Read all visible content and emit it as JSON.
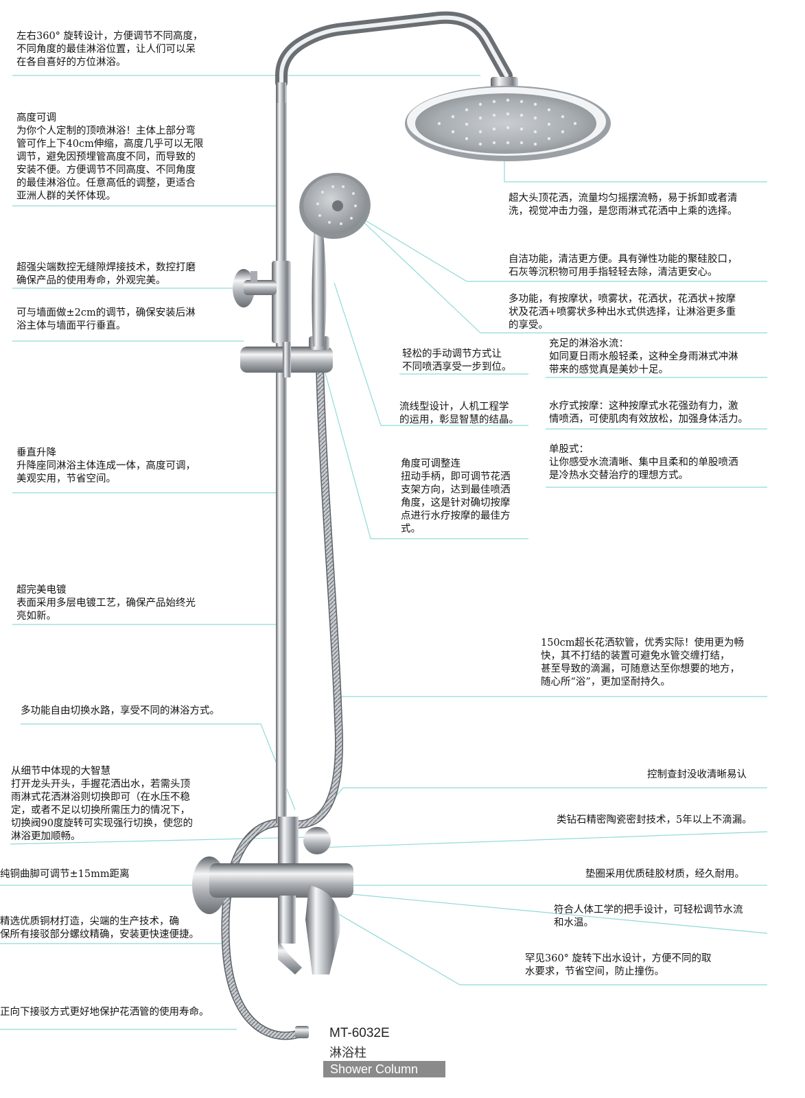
{
  "notes": [
    {
      "id": "rotate",
      "text": "左右360° 旋转设计，方便调节不同高度，\n不同角度的最佳淋浴位置，让人们可以呆\n在各自喜好的方位淋浴。"
    },
    {
      "id": "height",
      "text": "高度可调\n为你个人定制的顶喷淋浴！主体上部分弯\n管可作上下40cm伸缩，高度几乎可以无限\n调节，避免因预埋管高度不同，而导致的\n安装不便。方便调节不同高度、不同角度\n的最佳淋浴位。任意高低的调整，更适合\n亚洲人群的关怀体现。"
    },
    {
      "id": "weld",
      "text": "超强尖端数控无缝隙焊接技术，数控打磨\n确保产品的使用寿命，外观完美。"
    },
    {
      "id": "wall",
      "text": "可与墙面做±2cm的调节，确保安装后淋\n浴主体与墙面平行垂直。"
    },
    {
      "id": "lift",
      "text": "垂直升降\n升降座同淋浴主体连成一体，高度可调，\n美观实用，节省空间。"
    },
    {
      "id": "plating",
      "text": "超完美电镀\n表面采用多层电镀工艺，确保产品始终光\n亮如新。"
    },
    {
      "id": "switch",
      "text": "多功能自由切换水路，享受不同的淋浴方式。"
    },
    {
      "id": "wisdom",
      "text": "从细节中体现的大智慧\n打开龙头开头，手握花洒出水，若需头顶\n雨淋式花洒淋浴则切换即可（在水压不稳\n定，或者不足以切换所需压力的情况下，\n切换阀90度旋转可实现强行切换，使您的\n淋浴更加顺畅。"
    },
    {
      "id": "legs",
      "text": "纯铜曲脚可调节±15mm距离"
    },
    {
      "id": "brass",
      "text": "精选优质铜材打造，尖端的生产技术，确\n保所有接驳部分螺纹精确，安装更快速便捷。"
    },
    {
      "id": "downward",
      "text": "正向下接驳方式更好地保护花洒管的使用寿命。"
    },
    {
      "id": "head",
      "text": "超大头顶花洒，流量均匀摇摆流畅，易于拆卸或者清\n洗，视觉冲击力强，是您雨淋式花洒中上乘的选择。"
    },
    {
      "id": "clean",
      "text": "自洁功能，清洁更方便。具有弹性功能的聚硅胶口，\n石灰等沉积物可用手指轻轻去除，清洁更安心。"
    },
    {
      "id": "multi",
      "text": "多功能，有按摩状，喷雾状，花洒状，花洒状+按摩\n状及花洒+喷雾状多种出水式供选择，让淋浴更多重\n的享受。"
    },
    {
      "id": "manual",
      "text": "轻松的手动调节方式让\n不同喷洒享受一步到位。"
    },
    {
      "id": "flow",
      "text": "充足的淋浴水流：\n如同夏日雨水般轻柔，这种全身雨淋式冲淋\n带来的感觉真是美妙十足。"
    },
    {
      "id": "stream",
      "text": "流线型设计，人机工程学\n的运用，彰显智慧的结晶。"
    },
    {
      "id": "spa",
      "text": "水疗式按摩：这种按摩式水花强劲有力，激\n情喷洒，可使肌肉有效放松，加强身体活力。"
    },
    {
      "id": "angle",
      "text": "角度可调整连\n扭动手柄，即可调节花洒\n支架方向，达到最佳喷洒\n角度，这是针对确切按摩\n点进行水疗按摩的最佳方\n式。"
    },
    {
      "id": "single",
      "text": "单股式：\n让你感受水流清晰、集中且柔和的单股喷洒\n是冷热水交替治疗的理想方式。"
    },
    {
      "id": "hose",
      "text": "150cm超长花洒软管，优秀实际！使用更为畅\n快，其不打结的装置可避免水管交缠打结，\n甚至导致的滴漏，可随意达至你想要的地方，\n随心所“浴”，更加坚耐持久。"
    },
    {
      "id": "control",
      "text": "控制查封没收清晰易认"
    },
    {
      "id": "ceramic",
      "text": "类钻石精密陶瓷密封技术，5年以上不滴漏。"
    },
    {
      "id": "gasket",
      "text": "垫圈采用优质硅胶材质，经久耐用。"
    },
    {
      "id": "handle",
      "text": "符合人体工学的把手设计，可轻松调节水流\n和水温。"
    },
    {
      "id": "spout",
      "text": "罕见360° 旋转下出水设计，方便不同的取\n水要求，节省空间，防止撞伤。"
    }
  ],
  "product": {
    "model": "MT-6032E",
    "name_cn": "淋浴柱",
    "name_en": "Shower Column"
  },
  "colors": {
    "leader": "#8fd9d6",
    "chrome_dark": "#6f747a",
    "chrome_light": "#eef0f2",
    "label_bar": "#8a8a8a"
  }
}
